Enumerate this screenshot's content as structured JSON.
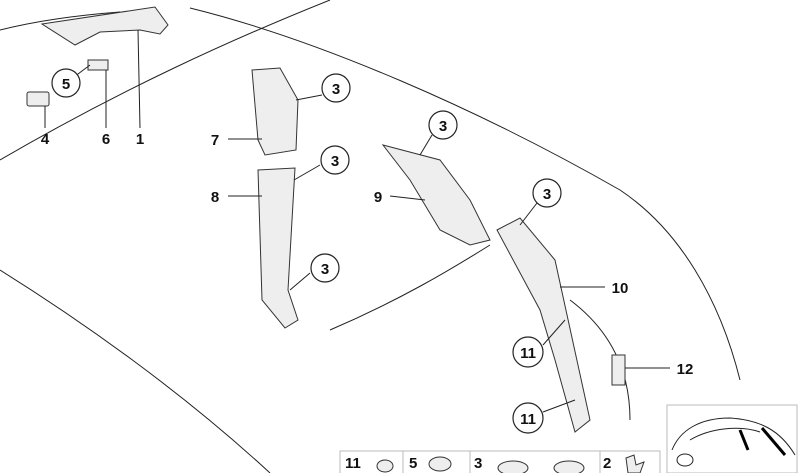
{
  "callouts": {
    "c1": "1",
    "c4": "4",
    "c5": "5",
    "c6": "6",
    "c7": "7",
    "c8": "8",
    "c9": "9",
    "c10": "10",
    "c12": "12",
    "c3a": "3",
    "c3b": "3",
    "c3c": "3",
    "c3d": "3",
    "c3e": "3",
    "c11a": "11",
    "c11b": "11"
  },
  "legend": [
    {
      "label": "11"
    },
    {
      "label": "5"
    },
    {
      "label": "3"
    },
    {
      "label": "2"
    }
  ]
}
